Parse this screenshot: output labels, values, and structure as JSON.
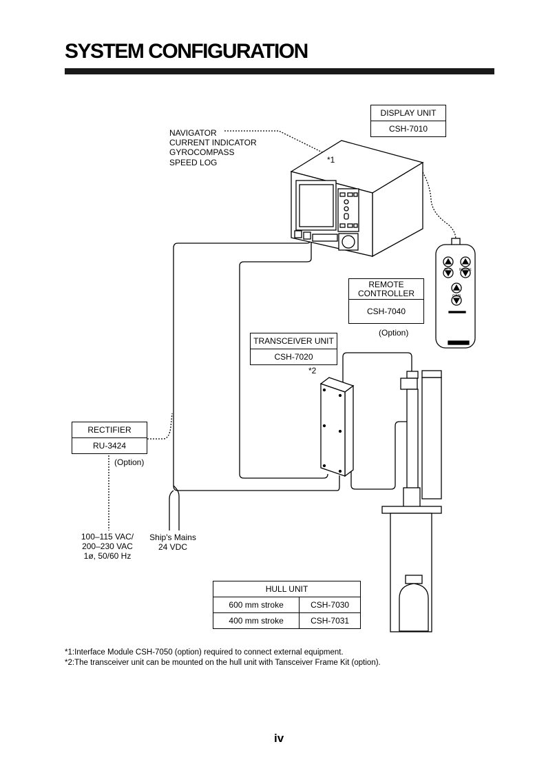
{
  "page": {
    "title": "SYSTEM CONFIGURATION",
    "page_number": "iv"
  },
  "display_unit": {
    "name": "DISPLAY UNIT",
    "model": "CSH-7010"
  },
  "inputs": [
    "NAVIGATOR",
    "CURRENT INDICATOR",
    "GYROCOMPASS",
    "SPEED LOG"
  ],
  "markers": {
    "note1": "*1",
    "note2": "*2"
  },
  "remote_controller": {
    "name_line1": "REMOTE",
    "name_line2": "CONTROLLER",
    "model": "CSH-7040",
    "option": "(Option)",
    "key_tilt": "TILT",
    "key_range": "RANGE",
    "key_gain": "GAIN"
  },
  "transceiver_unit": {
    "name": "TRANSCEIVER UNIT",
    "model": "CSH-7020"
  },
  "rectifier": {
    "name": "RECTIFIER",
    "model": "RU-3424",
    "option": "(Option)"
  },
  "ac_power": {
    "line1": "100–115 VAC/",
    "line2": "200–230 VAC",
    "line3": "1ø, 50/60 Hz"
  },
  "ships_mains": {
    "line1": "Ship's Mains",
    "line2": "24 VDC"
  },
  "hull_unit": {
    "name": "HULL UNIT",
    "rows": [
      {
        "stroke": "600 mm stroke",
        "model": "CSH-7030"
      },
      {
        "stroke": "400 mm stroke",
        "model": "CSH-7031"
      }
    ]
  },
  "notes": [
    "*1:Interface Module CSH-7050 (option) required to connect external equipment.",
    "*2:The transceiver unit can be mounted on the hull unit with Tansceiver Frame Kit (option)."
  ]
}
